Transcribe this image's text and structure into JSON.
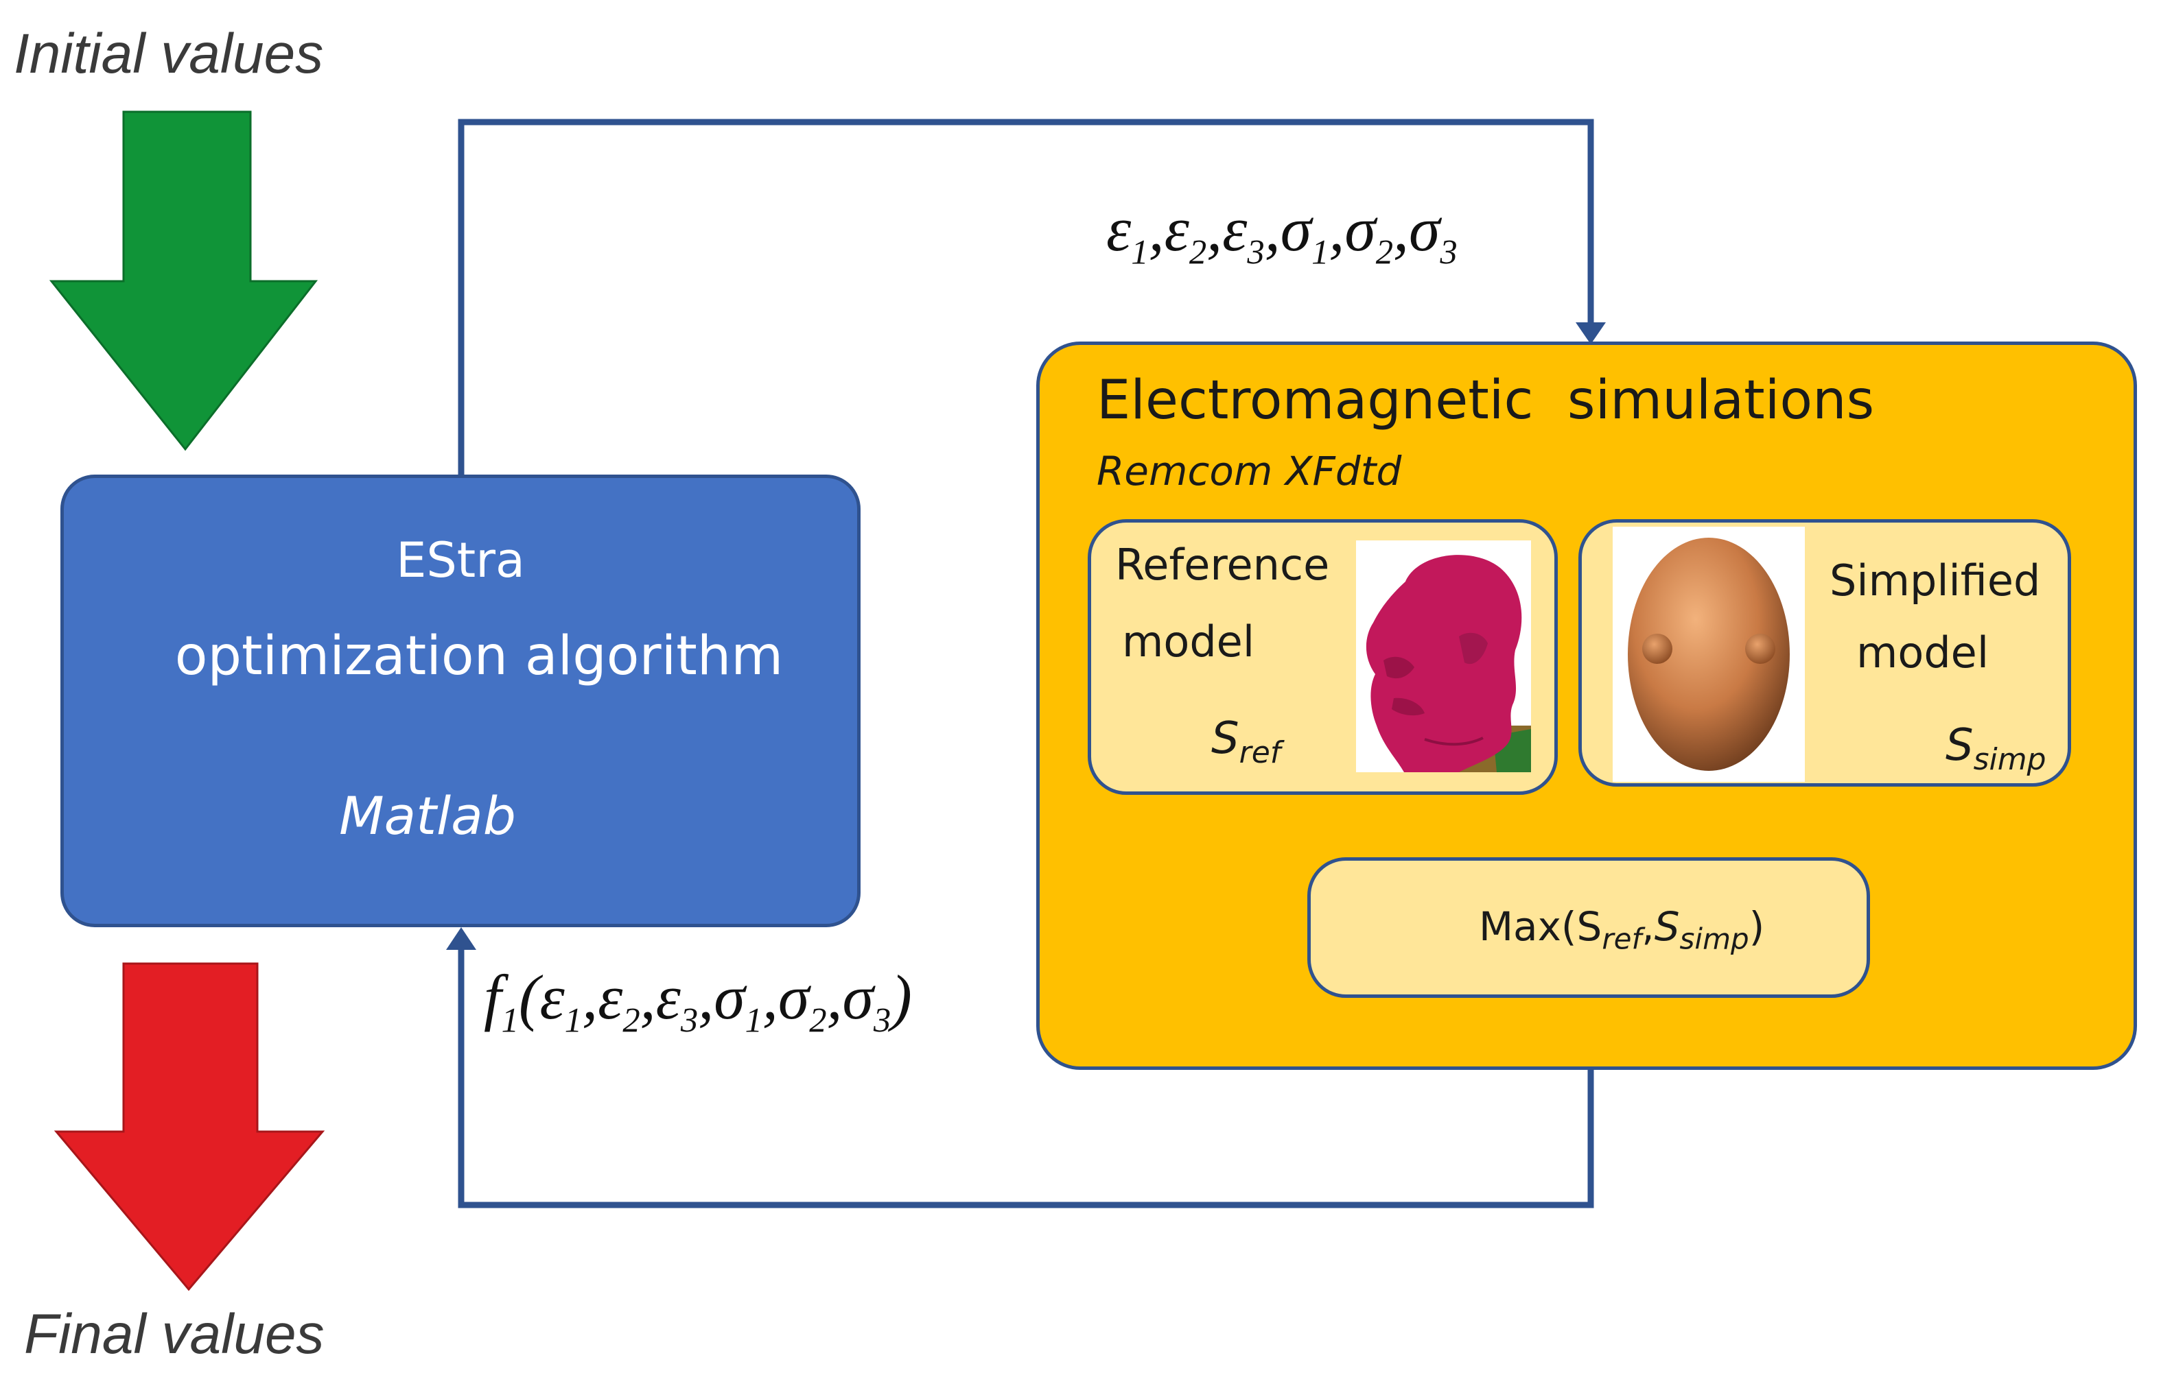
{
  "labels": {
    "initial_values": "Initial values",
    "final_values": "Final values"
  },
  "optimizer": {
    "name": "EStra",
    "description": "optimization algorithm",
    "software": "Matlab"
  },
  "parameters": {
    "eps": "ε",
    "sigma": "σ",
    "subscripts": [
      "1",
      "2",
      "3"
    ]
  },
  "objective": {
    "fn": "f",
    "fn_sub": "1"
  },
  "simulation": {
    "title": "Electromagnetic  simulations",
    "software": "Remcom XFdtd",
    "reference_model": {
      "label_line1": "Reference",
      "label_line2": "model",
      "symbol": "S",
      "symbol_sub": "ref"
    },
    "simplified_model": {
      "label_line1": "Simplified",
      "label_line2": "model",
      "symbol": "S",
      "symbol_sub": "simp"
    },
    "max_block": {
      "prefix": "Max(S",
      "arg1_sub": "ref",
      "separator": ",",
      "arg2": "S",
      "arg2_sub": "simp",
      "suffix": ")"
    }
  },
  "colors": {
    "initial_arrow": "#109438",
    "final_arrow": "#e31e24",
    "optimizer_box": "#4472c4",
    "simulation_box": "#ffc000",
    "inner_box": "#ffe699",
    "connector": "#2f528f"
  },
  "images": {
    "reference_head": "magenta-human-head-model",
    "simplified_head": "copper-ellipsoid-head-model"
  }
}
